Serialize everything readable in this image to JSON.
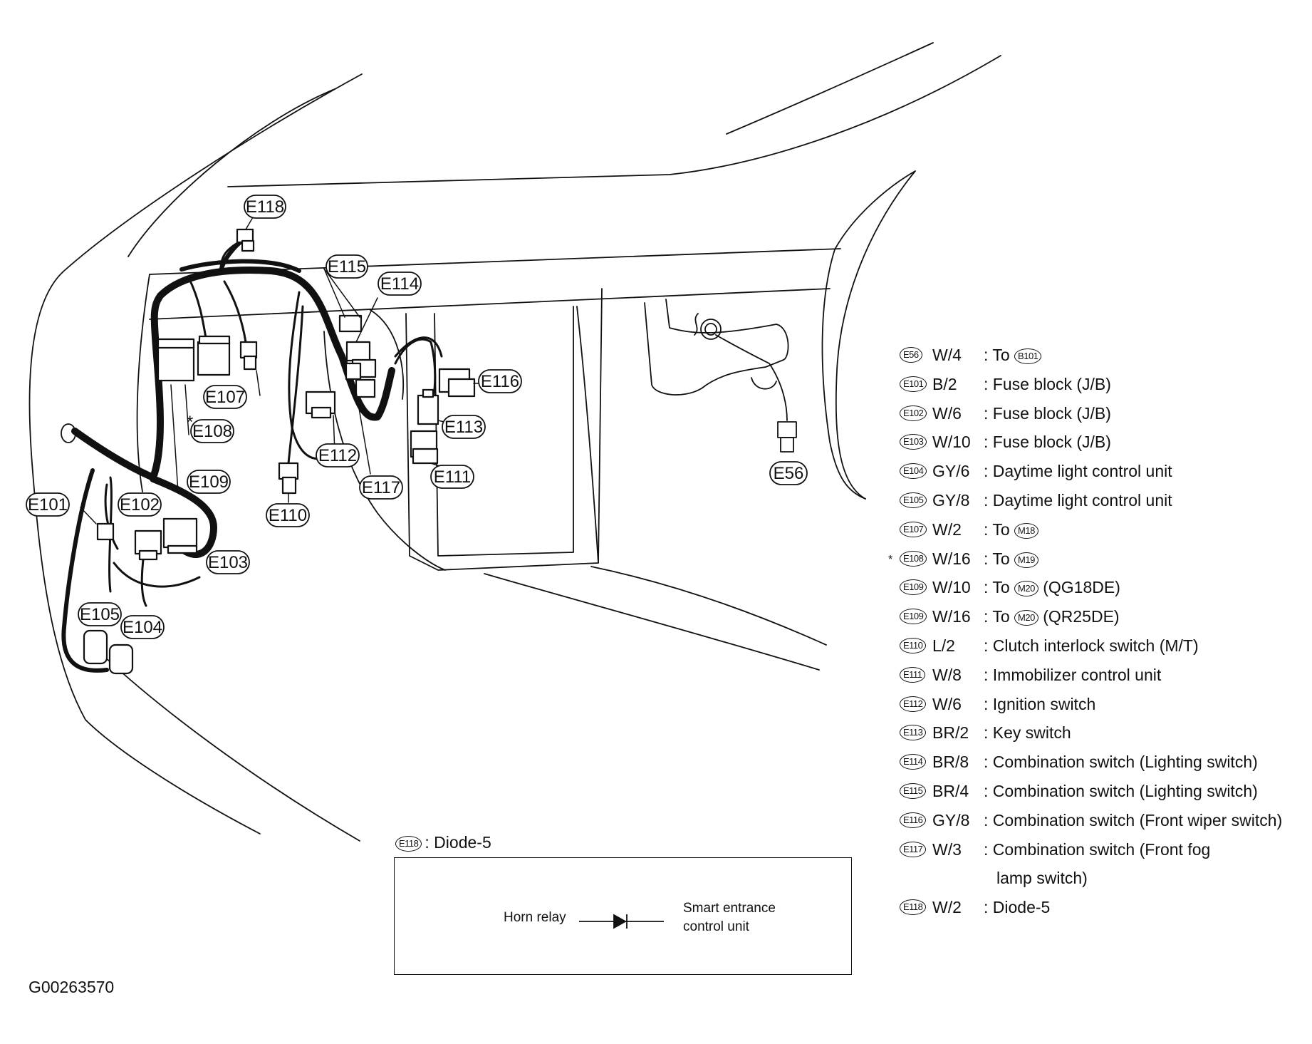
{
  "diagram": {
    "connector_labels": {
      "e118": "E118",
      "e115": "E115",
      "e114": "E114",
      "e116": "E116",
      "e107": "E107",
      "e108": "E108",
      "e113": "E113",
      "e112": "E112",
      "e109": "E109",
      "e111": "E111",
      "e117": "E117",
      "e56": "E56",
      "e101": "E101",
      "e102": "E102",
      "e110": "E110",
      "e103": "E103",
      "e105": "E105",
      "e104": "E104"
    },
    "star": "*"
  },
  "legend": [
    {
      "code": "E56",
      "wire": "W/4",
      "desc": ": To ",
      "ref": "B101",
      "suffix": ""
    },
    {
      "code": "E101",
      "wire": "B/2",
      "desc": ": Fuse block (J/B)",
      "ref": "",
      "suffix": ""
    },
    {
      "code": "E102",
      "wire": "W/6",
      "desc": ": Fuse block (J/B)",
      "ref": "",
      "suffix": ""
    },
    {
      "code": "E103",
      "wire": "W/10",
      "desc": ": Fuse block (J/B)",
      "ref": "",
      "suffix": ""
    },
    {
      "code": "E104",
      "wire": "GY/6",
      "desc": ": Daytime light control unit",
      "ref": "",
      "suffix": ""
    },
    {
      "code": "E105",
      "wire": "GY/8",
      "desc": ": Daytime light control unit",
      "ref": "",
      "suffix": ""
    },
    {
      "code": "E107",
      "wire": "W/2",
      "desc": ": To ",
      "ref": "M18",
      "suffix": ""
    },
    {
      "code": "E108",
      "wire": "W/16",
      "desc": ": To ",
      "ref": "M19",
      "suffix": "",
      "star": "*"
    },
    {
      "code": "E109",
      "wire": "W/10",
      "desc": ": To ",
      "ref": "M20",
      "suffix": " (QG18DE)"
    },
    {
      "code": "E109",
      "wire": "W/16",
      "desc": ": To ",
      "ref": "M20",
      "suffix": " (QR25DE)"
    },
    {
      "code": "E110",
      "wire": "L/2",
      "desc": ": Clutch interlock switch (M/T)",
      "ref": "",
      "suffix": ""
    },
    {
      "code": "E111",
      "wire": "W/8",
      "desc": ": Immobilizer control unit",
      "ref": "",
      "suffix": ""
    },
    {
      "code": "E112",
      "wire": "W/6",
      "desc": ": Ignition switch",
      "ref": "",
      "suffix": ""
    },
    {
      "code": "E113",
      "wire": "BR/2",
      "desc": ": Key switch",
      "ref": "",
      "suffix": ""
    },
    {
      "code": "E114",
      "wire": "BR/8",
      "desc": ": Combination switch (Lighting switch)",
      "ref": "",
      "suffix": ""
    },
    {
      "code": "E115",
      "wire": "BR/4",
      "desc": ": Combination switch (Lighting switch)",
      "ref": "",
      "suffix": ""
    },
    {
      "code": "E116",
      "wire": "GY/8",
      "desc": ": Combination switch (Front wiper switch)",
      "ref": "",
      "suffix": ""
    },
    {
      "code": "E117",
      "wire": "W/3",
      "desc": ": Combination switch (Front fog",
      "ref": "",
      "suffix": "",
      "desc2": "lamp switch)"
    },
    {
      "code": "E118",
      "wire": "W/2",
      "desc": ": Diode-5",
      "ref": "",
      "suffix": ""
    }
  ],
  "diode": {
    "code": "E118",
    "title": ": Diode-5",
    "left_label": "Horn relay",
    "right_label_line1": "Smart entrance",
    "right_label_line2": "control unit"
  },
  "figure_id": "G00263570"
}
